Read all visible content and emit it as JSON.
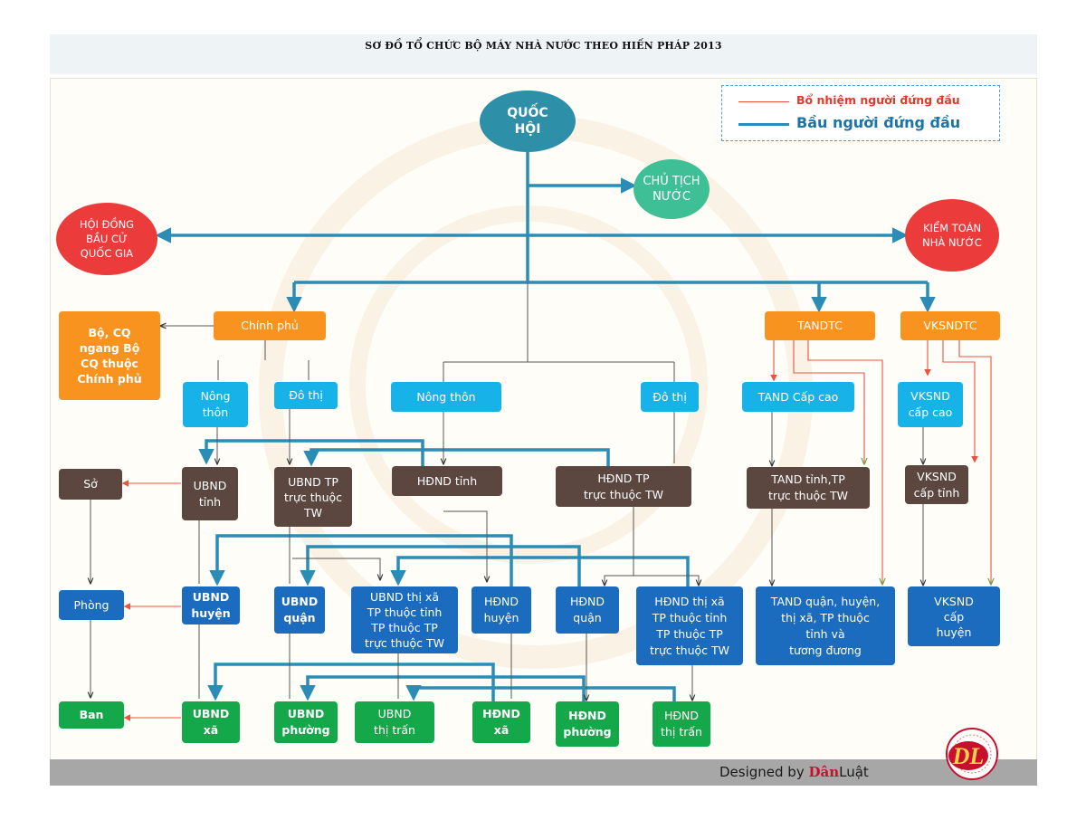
{
  "title": "SƠ ĐỒ TỔ CHỨC BỘ MÁY NHÀ NƯỚC THEO HIẾN PHÁP 2013",
  "legend": {
    "appoint": "Bổ nhiệm người đứng đầu",
    "elect": "Bầu người đứng đầu",
    "appoint_color": "#e8553e",
    "elect_color": "#2b8db5"
  },
  "nodes": {
    "quoc_hoi": "QUỐC\nHỘI",
    "chu_tich_nuoc": "CHỦ TỊCH\nNƯỚC",
    "hoi_dong_bau_cu": "HỘI ĐỒNG\nBẦU CỬ\nQUỐC GIA",
    "kiem_toan": "KIỂM TOÁN\nNHÀ NƯỚC",
    "chinh_phu": "Chính phủ",
    "bo_cq": "Bộ, CQ\nngang Bộ\nCQ thuộc\nChính phủ",
    "tandtc": "TANDTC",
    "vksndtc": "VKSNDTC",
    "nong_thon_1": "Nông\nthôn",
    "do_thi_1": "Đô thị",
    "nong_thon_2": "Nông thôn",
    "do_thi_2": "Đô thị",
    "tand_cap_cao": "TAND Cấp cao",
    "vksnd_cap_cao": "VKSND\ncấp cao",
    "so": "Sở",
    "ubnd_tinh": "UBND\ntỉnh",
    "ubnd_tp_tw": "UBND TP\ntrực thuộc\nTW",
    "hdnd_tinh": "HĐND tỉnh",
    "hdnd_tp_tw": "HĐND TP\ntrực thuộc TW",
    "tand_tinh": "TAND tỉnh,TP\ntrực thuộc TW",
    "vksnd_tinh": "VKSND\ncấp tỉnh",
    "phong": "Phòng",
    "ubnd_huyen": "UBND\nhuyện",
    "ubnd_quan": "UBND\nquận",
    "ubnd_thi_xa": "UBND thị xã\nTP thuộc tỉnh\nTP thuộc TP\ntrực thuộc TW",
    "hdnd_huyen": "HĐND\nhuyện",
    "hdnd_quan": "HĐND\nquận",
    "hdnd_thi_xa": "HĐND thị xã\nTP thuộc tỉnh\nTP thuộc TP\ntrực thuộc TW",
    "tand_huyen": "TAND quận, huyện,\nthị xã, TP thuộc\ntỉnh và\ntương đương",
    "vksnd_huyen": "VKSND\ncấp\nhuyện",
    "ban": "Ban",
    "ubnd_xa": "UBND\nxã",
    "ubnd_phuong": "UBND\nphường",
    "ubnd_thi_tran": "UBND\nthị trấn",
    "hdnd_xa": "HĐND\nxã",
    "hdnd_phuong": "HĐND\nphường",
    "hdnd_thi_tran": "HĐND\nthị trấn"
  },
  "colors": {
    "orange": "#f7931e",
    "cyan": "#17b2e8",
    "brown": "#5b4740",
    "blue": "#1b6bbf",
    "green": "#14a84a",
    "teal_circle": "#2e8fa8",
    "mint_circle": "#3fbf95",
    "red_circle": "#ec3b3b"
  },
  "footer": {
    "designed_by": "Designed by",
    "brand_a": "Dân",
    "brand_b": "Luật",
    "logo_text": "DL"
  }
}
